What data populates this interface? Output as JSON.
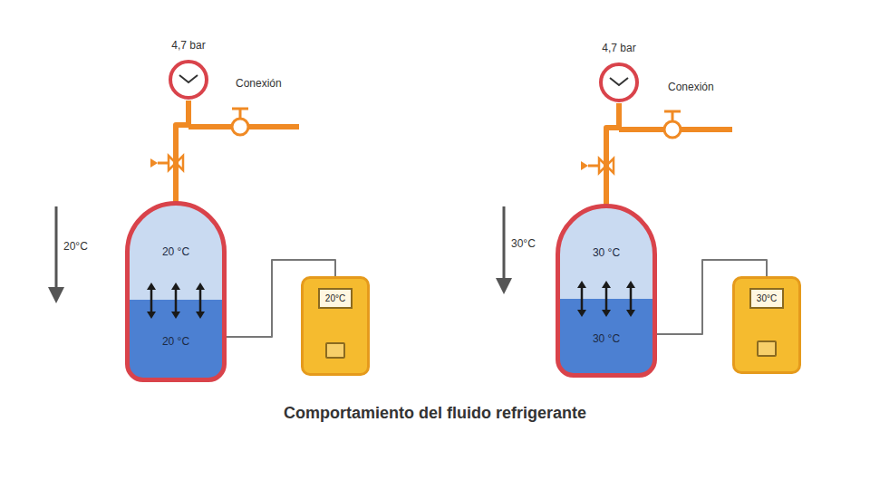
{
  "diagram": {
    "caption": "Comportamiento del fluido refrigerante",
    "nodes": [
      {
        "text": [
          "4,7 bar"
        ]
      },
      {
        "text": [
          "20 °C",
          "20 °C"
        ]
      },
      {
        "text": [
          "20°C"
        ]
      },
      {
        "text": [
          "4,7 bar"
        ]
      },
      {
        "text": [
          "30 °C",
          "30 °C"
        ]
      },
      {
        "text": [
          "30°C"
        ]
      }
    ],
    "edges": [
      {
        "from": 1,
        "to": 0,
        "arrow": "none"
      },
      {
        "from": 1,
        "to": 2,
        "arrow": "none"
      },
      {
        "from": 4,
        "to": 3,
        "arrow": "none"
      },
      {
        "from": 4,
        "to": 5,
        "arrow": "none"
      }
    ],
    "labels": [
      "Conexión",
      "20°C",
      "Conexión",
      "30°C"
    ]
  }
}
